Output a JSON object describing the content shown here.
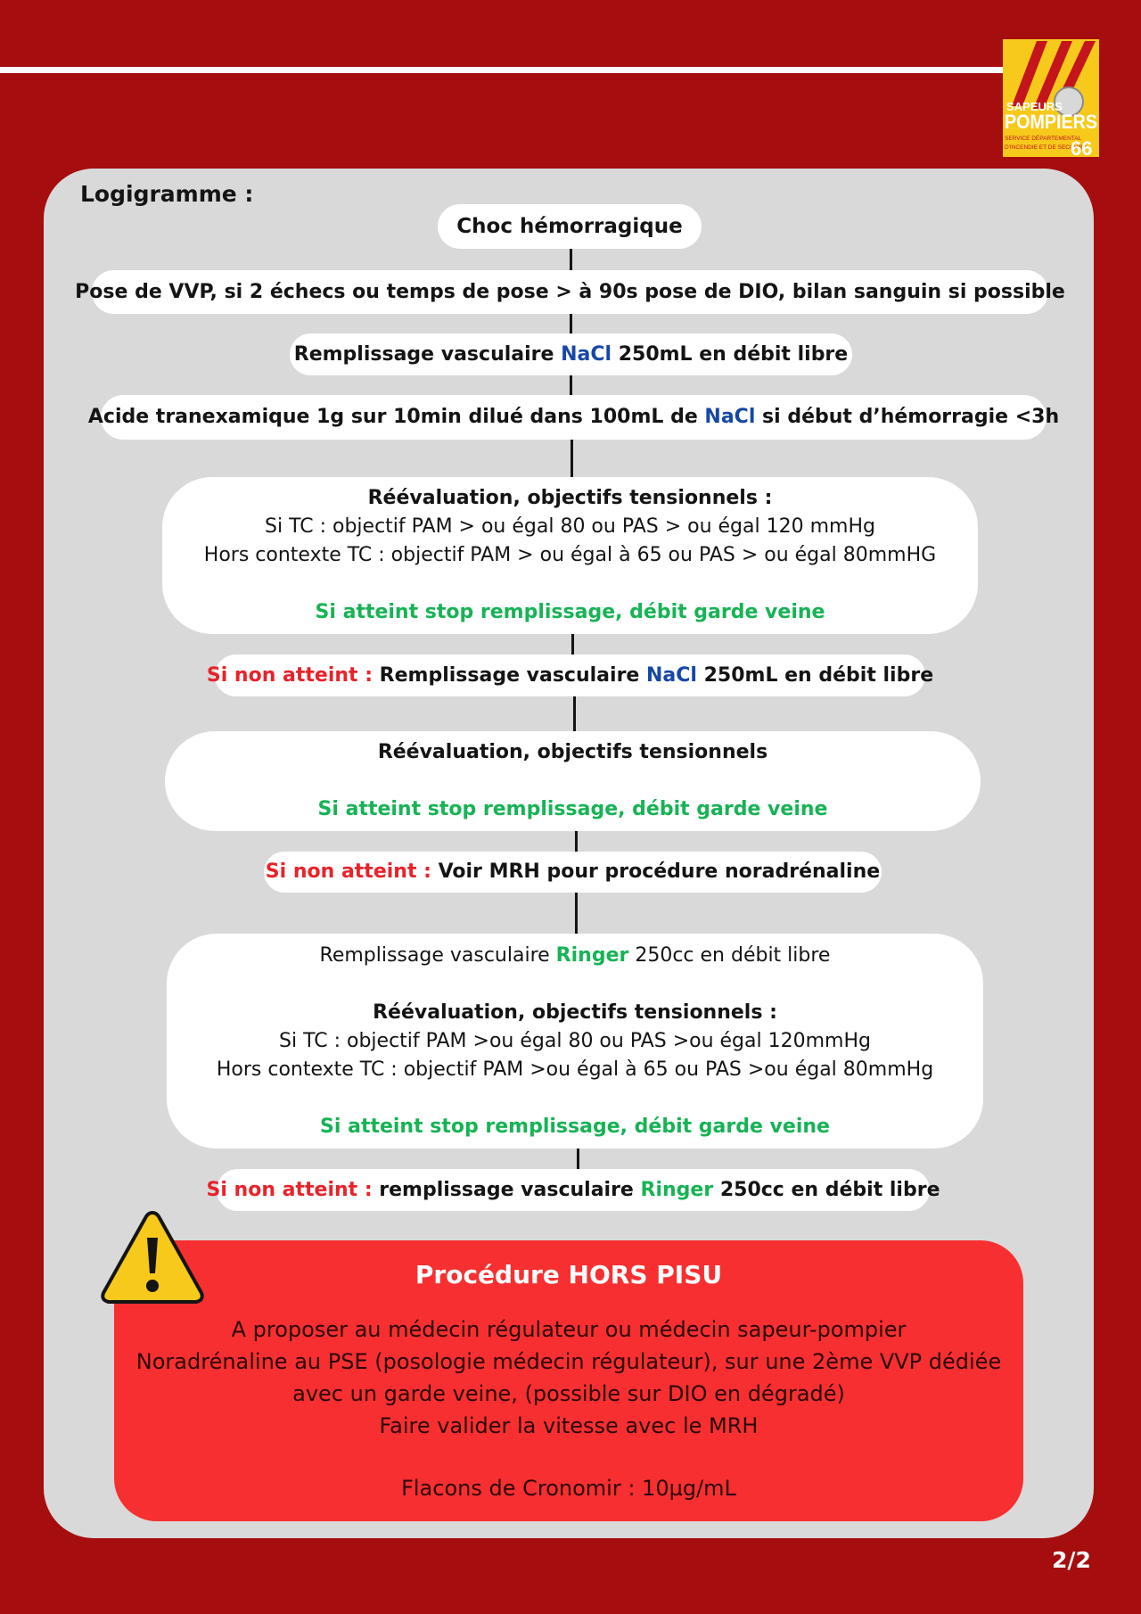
{
  "header": {
    "logo_line1": "SAPEURS",
    "logo_line2": "POMPIERS",
    "logo_line3": "SERVICE DÉPARTEMENTAL",
    "logo_line4": "D'INCENDIE ET DE SECOURS",
    "logo_number": "66"
  },
  "section_title": "Logigramme :",
  "colors": {
    "background": "#a50d0e",
    "panel": "#d9d9d9",
    "blue": "#1747a6",
    "green": "#17b355",
    "red": "#e8232a",
    "warning_box": "#f72f30",
    "warning_icon": "#f7c91b"
  },
  "flow": {
    "step1": "Choc hémorragique",
    "step2": "Pose de VVP, si 2 échecs ou temps de pose > à 90s pose de DIO, bilan sanguin si possible",
    "step3": {
      "pre": "Remplissage vasculaire ",
      "hl": "NaCl",
      "post": " 250mL en débit libre"
    },
    "step4": {
      "pre": "Acide tranexamique 1g sur 10min dilué dans 100mL de ",
      "hl": "NaCl",
      "post": " si début d’hémorragie <3h"
    },
    "step5": {
      "title": "Réévaluation, objectifs tensionnels :",
      "line1": "Si TC : objectif PAM > ou égal 80 ou PAS > ou égal 120 mmHg",
      "line2": "Hors contexte TC : objectif PAM > ou égal à 65 ou PAS > ou égal 80mmHG",
      "ok": "Si atteint stop remplissage, débit garde veine"
    },
    "step6": {
      "cond": "Si non atteint : ",
      "pre": "Remplissage vasculaire ",
      "hl": "NaCl",
      "post": " 250mL en débit libre"
    },
    "step7": {
      "title": "Réévaluation, objectifs tensionnels",
      "ok": "Si atteint stop remplissage, débit garde veine"
    },
    "step8": {
      "cond": "Si non atteint : ",
      "text": "Voir MRH pour procédure noradrénaline"
    },
    "step9": {
      "intro_pre": "Remplissage vasculaire ",
      "intro_hl": "Ringer",
      "intro_post": " 250cc en débit libre",
      "title": "Réévaluation, objectifs tensionnels :",
      "line1": "Si TC : objectif PAM >ou égal 80 ou PAS >ou égal 120mmHg",
      "line2": "Hors contexte TC : objectif PAM >ou égal à 65 ou PAS >ou égal 80mmHg",
      "ok": "Si atteint stop remplissage, débit garde veine"
    },
    "step10": {
      "cond": "Si non atteint : ",
      "pre": "remplissage vasculaire ",
      "hl": "Ringer",
      "post": " 250cc en débit libre"
    }
  },
  "warning": {
    "icon": "warning-triangle-icon",
    "title": "Procédure HORS PISU",
    "line1": "A proposer au médecin régulateur ou médecin sapeur-pompier",
    "line2": "Noradrénaline au PSE (posologie médecin régulateur), sur une 2ème VVP dédiée",
    "line3": "avec un garde veine, (possible sur DIO en dégradé)",
    "line4": "Faire valider la vitesse avec le MRH",
    "line5": "Flacons de Cronomir : 10µg/mL"
  },
  "page_number": "2/2"
}
